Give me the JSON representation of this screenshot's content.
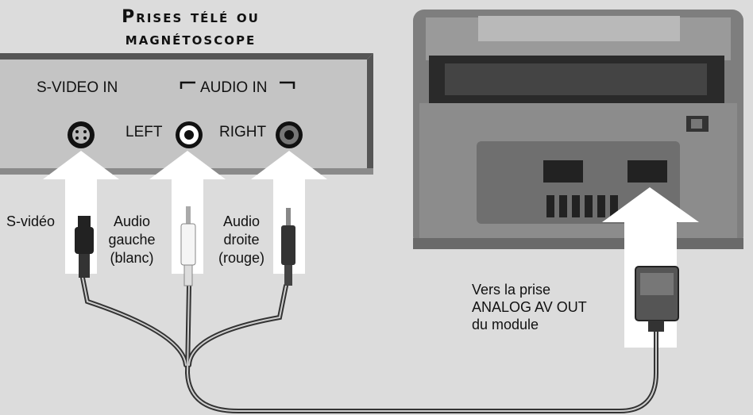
{
  "title": {
    "line1": "Prises télé ou",
    "line2": "magnétoscope"
  },
  "panel": {
    "svideo_in": "S-VIDEO IN",
    "audio_in": "AUDIO IN",
    "left": "LEFT",
    "right": "RIGHT"
  },
  "cables": {
    "svideo": "S-vidéo",
    "audio_left": [
      "Audio",
      "gauche",
      "(blanc)"
    ],
    "audio_right": [
      "Audio",
      "droite",
      "(rouge)"
    ]
  },
  "module_note": [
    "Vers la prise",
    "ANALOG AV OUT",
    "du module"
  ],
  "colors": {
    "background": "#dcdcdc",
    "panel": "#c4c4c4",
    "console": "#8a8a8a",
    "arrow": "#ffffff"
  }
}
